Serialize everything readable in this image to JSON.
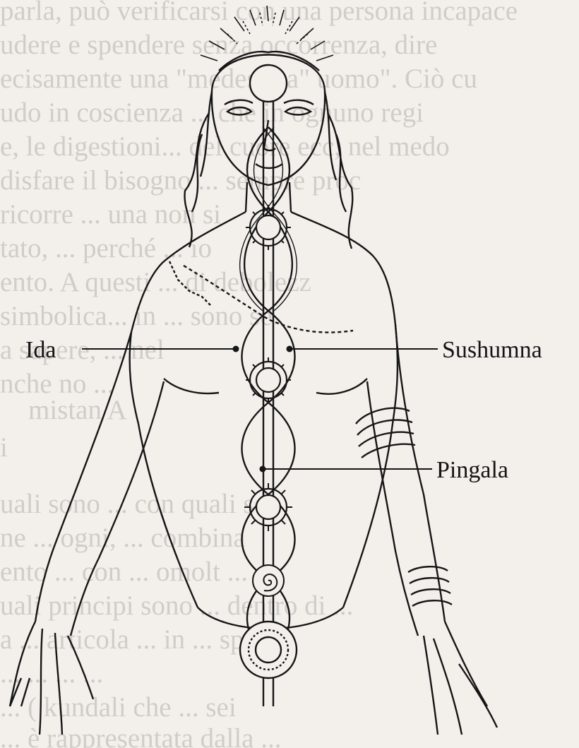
{
  "labels": {
    "ida": "Ida",
    "sushumna": "Sushumna",
    "pingala": "Pingala"
  },
  "bleed_through_lines": [
    "parla, può verificarsi con una persona incapace",
    "udere e spendere senza occorrenza, dire",
    "ecisamente una \"medesima\" uomo\". Ciò cu",
    "udo in coscienza ... che in ognuno regi",
    "e, le digestioni... del cuore ecc, nel medo",
    "disfare il bisogno ... sempre proc",
    "ricorre ... una non si",
    "tato, ... perché ... io",
    "ento. A questi ... di debolezz",
    "simbolica... in ... sono se",
    "a sapere, ... nel",
    "nche no ...",
    "mistan A",
    "i",
    "uali sono ... con quali se",
    "ne ... ogni, ... combina",
    "ento ... con ... omolt ...",
    "uali principi sono ... dentro di ...",
    "a ... articola ... in ... spe",
    "... ... ... ...",
    "... ( kundali che ... sei",
    "... è rappresentata dalla ..."
  ],
  "colors": {
    "paper": "#f3f0ec",
    "ink": "#161616",
    "bleed": "#a7a3a0"
  }
}
